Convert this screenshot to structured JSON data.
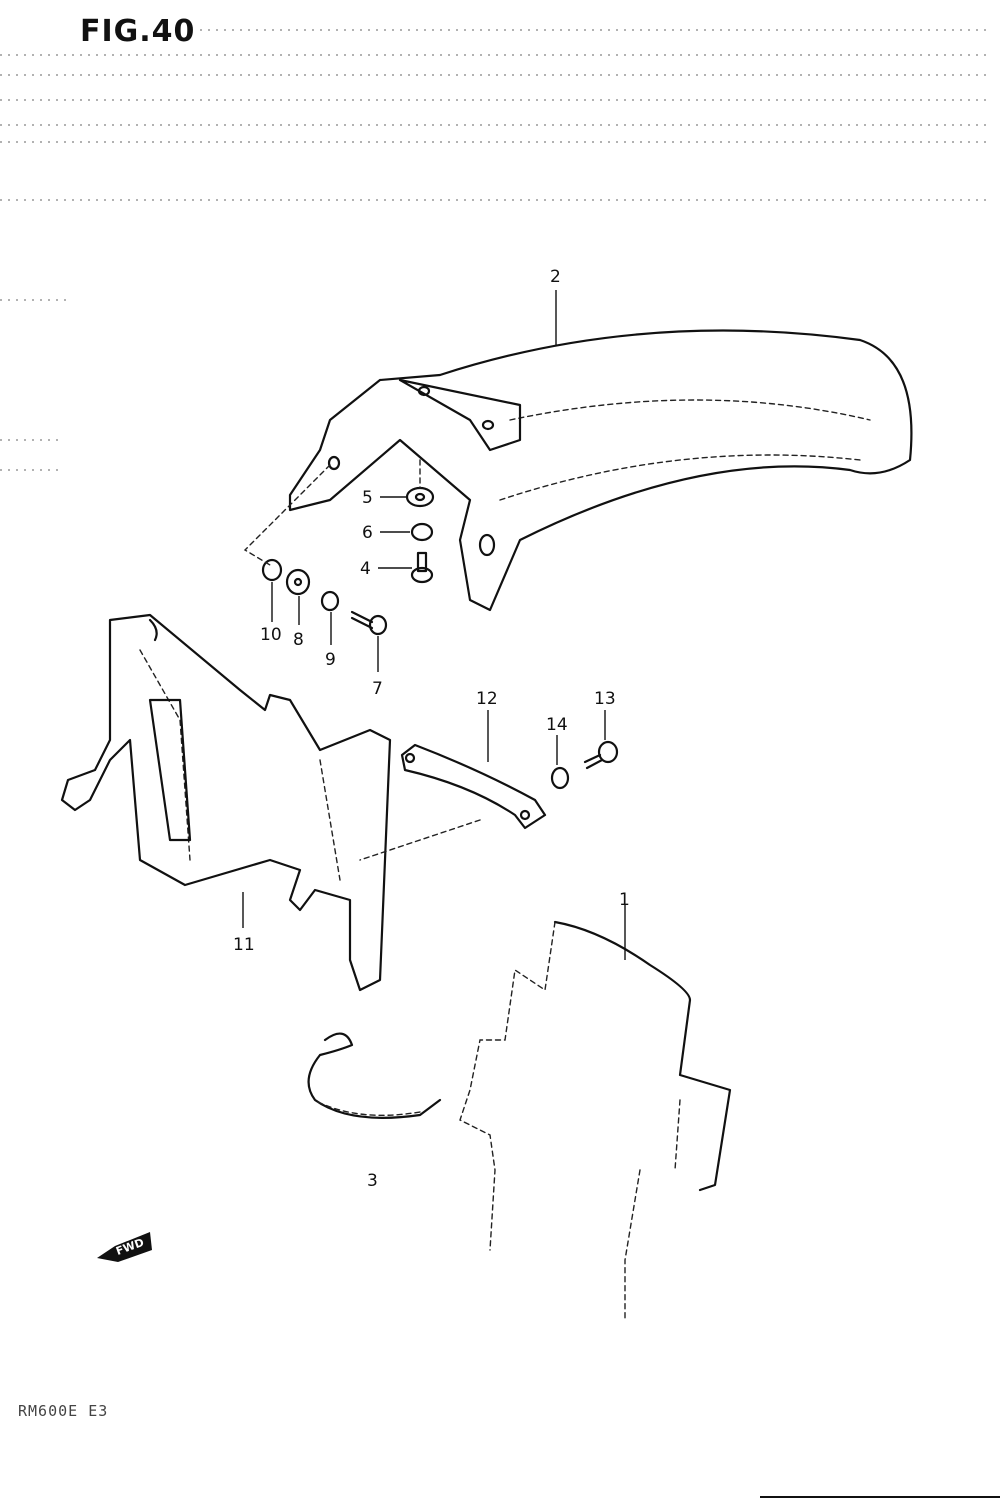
{
  "figure": {
    "title": "FIG.40",
    "model_code": "RM600E E3",
    "fwd_label": "FWD"
  },
  "callouts": {
    "p1": "1",
    "p2": "2",
    "p3": "3",
    "p4": "4",
    "p5": "5",
    "p6": "6",
    "p7": "7",
    "p8": "8",
    "p9": "9",
    "p10": "10",
    "p11": "11",
    "p12": "12",
    "p13": "13",
    "p14": "14"
  }
}
